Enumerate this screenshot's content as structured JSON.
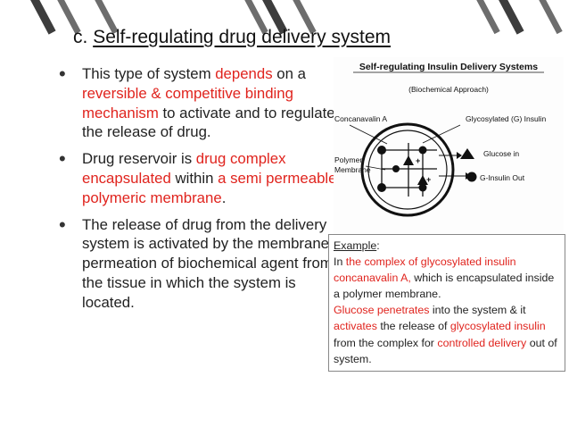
{
  "slide": {
    "title_prefix": "c.",
    "title": "Self-regulating drug delivery system",
    "bullets": [
      {
        "parts": [
          {
            "text": "This type of system ",
            "color": "normal"
          },
          {
            "text": "depends",
            "color": "red"
          },
          {
            "text": " on a ",
            "color": "normal"
          },
          {
            "text": "reversible & competitive binding mechanism",
            "color": "red"
          },
          {
            "text": " to activate and to regulate the release of drug.",
            "color": "normal"
          }
        ]
      },
      {
        "parts": [
          {
            "text": "Drug reservoir is ",
            "color": "normal"
          },
          {
            "text": "drug complex encapsulated",
            "color": "red"
          },
          {
            "text": " within ",
            "color": "normal"
          },
          {
            "text": "a semi permeable polymeric membrane",
            "color": "red"
          },
          {
            "text": ".",
            "color": "normal"
          }
        ]
      },
      {
        "parts": [
          {
            "text": "The release of drug from the delivery system is activated by the membrane permeation of biochemical agent from the tissue in which the system is located.",
            "color": "normal"
          }
        ]
      }
    ]
  },
  "diagram": {
    "title": "Self-regulating Insulin Delivery Systems",
    "subtitle": "(Biochemical Approach)",
    "labels": {
      "concanavalin": "Concanavalin A",
      "glycosylated": "Glycosylated (G) Insulin",
      "polymer": "Polymer",
      "membrane": "Membrane",
      "glucose_in": "Glucose in",
      "g_insulin_out": "G-Insulin Out"
    },
    "glyph_glucose": "A",
    "glyph_insulin": "G"
  },
  "example": {
    "heading": "Example",
    "heading_suffix": ":",
    "parts": [
      {
        "text": "In ",
        "color": "normal"
      },
      {
        "text": "the complex of glycosylated insulin concanavalin A,",
        "color": "red"
      },
      {
        "text": " which is encapsulated inside a polymer membrane.",
        "color": "normal"
      },
      {
        "text": "BR",
        "color": "break"
      },
      {
        "text": "Glucose penetrates",
        "color": "red"
      },
      {
        "text": " into the system & it ",
        "color": "normal"
      },
      {
        "text": "activates",
        "color": "red"
      },
      {
        "text": " the release of ",
        "color": "normal"
      },
      {
        "text": "glycosylated insulin",
        "color": "red"
      },
      {
        "text": " from the complex for ",
        "color": "normal"
      },
      {
        "text": "controlled delivery",
        "color": "red"
      },
      {
        "text": " out of system.",
        "color": "normal"
      }
    ]
  },
  "colors": {
    "accent_red": "#e0241e",
    "text": "#222222",
    "stripe_dark": "#3d3d3d",
    "stripe_light": "#6d6d6d"
  }
}
